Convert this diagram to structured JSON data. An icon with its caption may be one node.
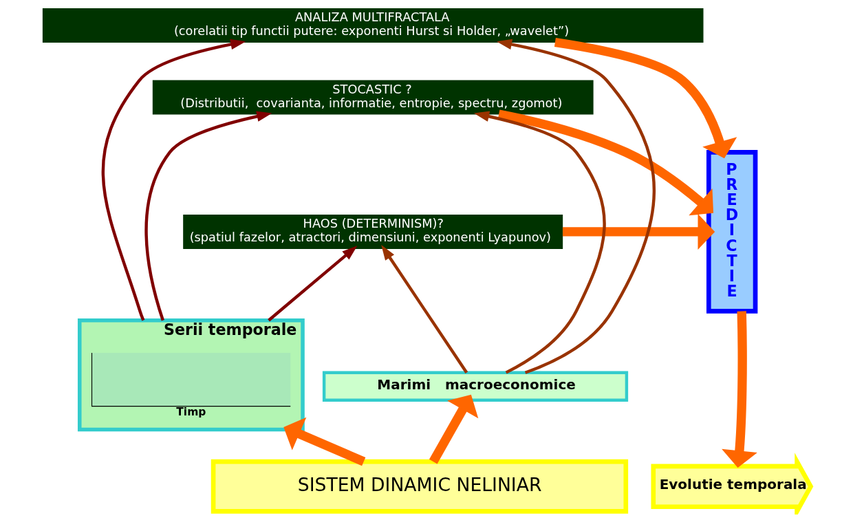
{
  "diagram": {
    "nodes": [
      {
        "text": [
          "ANALIZA MULTIFRACTALA",
          "(corelatii tip functii putere: exponenti Hurst si Holder, „wavelet”)"
        ]
      },
      {
        "text": [
          "STOCASTIC ?",
          "(Distributii,  covarianta, informatie, entropie, spectru, zgomot)"
        ]
      },
      {
        "text": [
          "HAOS (DETERMINISM)?",
          "(spatiul fazelor, atractori, dimensiuni, exponenti Lyapunov)"
        ]
      },
      {
        "text": [
          "PREDICTIE"
        ]
      },
      {
        "text": [
          "Serii temporale"
        ]
      },
      {
        "text": [
          "Timp"
        ],
        "in": 4
      },
      {
        "text": [
          "Marimi   macroeconomice"
        ]
      },
      {
        "text": [
          "SISTEM DINAMIC NELINIAR"
        ]
      },
      {
        "text": [
          "Evolutie temporala"
        ]
      }
    ],
    "edges": [
      {
        "from": 4,
        "to": 0,
        "arrow": "to",
        "color": "#800000"
      },
      {
        "from": 4,
        "to": 1,
        "arrow": "to",
        "color": "#800000"
      },
      {
        "from": 4,
        "to": 2,
        "arrow": "to",
        "color": "#800000"
      },
      {
        "from": 6,
        "to": 2,
        "arrow": "to",
        "color": "#993300"
      },
      {
        "from": 6,
        "to": 1,
        "arrow": "to",
        "color": "#993300"
      },
      {
        "from": 6,
        "to": 0,
        "arrow": "to",
        "color": "#993300"
      },
      {
        "from": 0,
        "to": 3,
        "arrow": "to",
        "style": "thick"
      },
      {
        "from": 1,
        "to": 3,
        "arrow": "to",
        "style": "thick"
      },
      {
        "from": 2,
        "to": 3,
        "arrow": "to",
        "style": "thick"
      },
      {
        "from": 7,
        "to": 4,
        "arrow": "to",
        "style": "thick"
      },
      {
        "from": 7,
        "to": 6,
        "arrow": "to",
        "style": "thick"
      },
      {
        "from": 3,
        "to": 8,
        "arrow": "to",
        "style": "thick"
      }
    ]
  }
}
